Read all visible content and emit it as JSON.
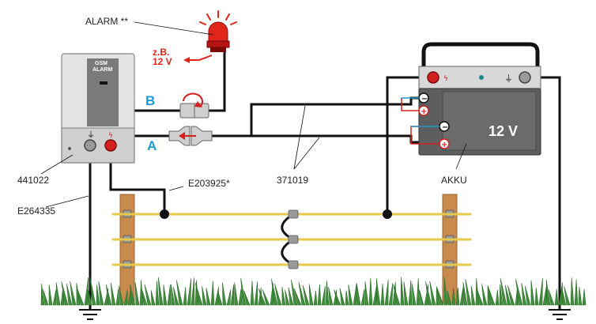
{
  "labels": {
    "alarm": "ALARM **",
    "zb": "z.B.",
    "volt": "12 V",
    "b": "B",
    "a": "A",
    "device_line1": "GSM",
    "device_line2": "ALARM",
    "code_device": "441022",
    "code_ground": "E264335",
    "code_leadwire": "E203925*",
    "code_cable": "371019",
    "akku": "AKKU",
    "battery_voltage": "12 V"
  },
  "colors": {
    "wire": "#111111",
    "alarm_red": "#e1251b",
    "accent_blue": "#1d9bd1",
    "fence_wire": "#e6c84a",
    "post": "#c98a4e",
    "grass": "#3f8f3a",
    "battery": "#5e5e5e"
  }
}
